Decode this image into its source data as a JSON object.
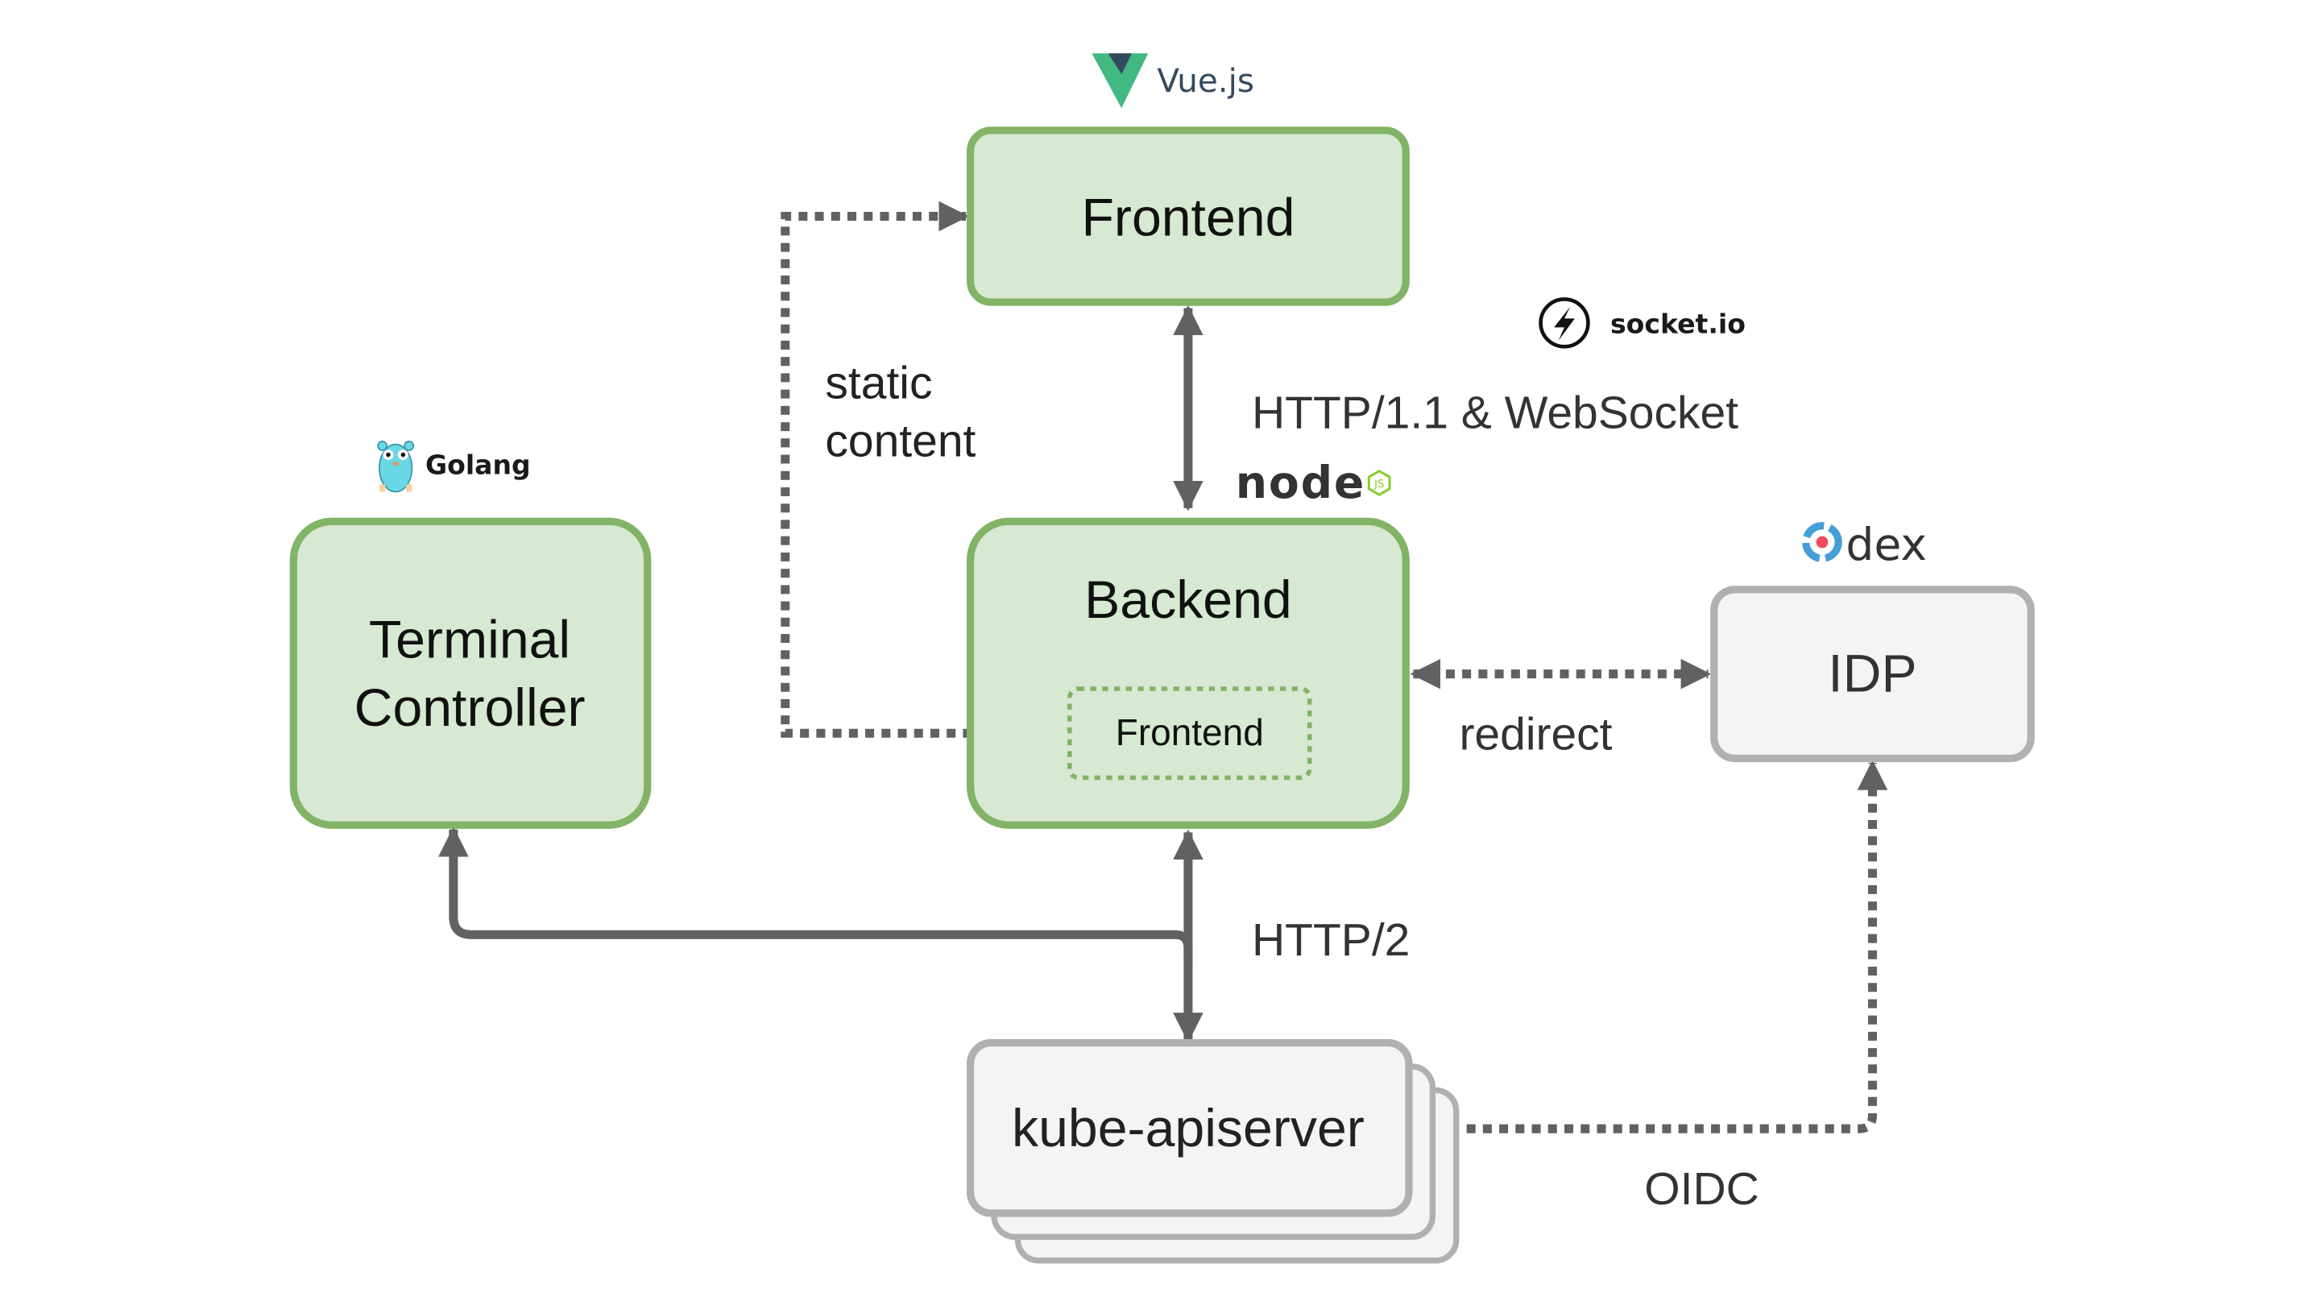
{
  "colors": {
    "green_fill": "#d7e8d3",
    "green_stroke": "#82b366",
    "gray_fill": "#f4f4f4",
    "gray_stroke": "#b0b0b0",
    "arrow": "#616161",
    "vue_green": "#42b883",
    "vue_dark": "#35495e",
    "node_green": "#83cd29",
    "dex_blue": "#449fd8",
    "dex_red": "#ef4b5c",
    "gopher_blue": "#6ad7e5"
  },
  "nodes": {
    "frontend": {
      "label": "Frontend"
    },
    "backend": {
      "label": "Backend"
    },
    "backend_frontend": {
      "label": "Frontend"
    },
    "terminal_controller": {
      "line1": "Terminal",
      "line2": "Controller"
    },
    "idp": {
      "label": "IDP"
    },
    "kube_apiserver": {
      "label": "kube-apiserver"
    }
  },
  "edges": {
    "static_content": {
      "line1": "static",
      "line2": "content"
    },
    "http_websocket": {
      "label": "HTTP/1.1 & WebSocket"
    },
    "redirect": {
      "label": "redirect"
    },
    "http2": {
      "label": "HTTP/2"
    },
    "oidc": {
      "label": "OIDC"
    }
  },
  "logos": {
    "vue": {
      "icon": "vue-logo-icon",
      "label": "Vue.js"
    },
    "socketio": {
      "icon": "socketio-bolt-icon",
      "label": "socket.io"
    },
    "golang": {
      "icon": "gopher-icon",
      "label": "Golang"
    },
    "nodejs": {
      "icon": "nodejs-logo-icon",
      "label": "node",
      "badge": "JS"
    },
    "dex": {
      "icon": "dex-logo-icon",
      "label": "dex"
    }
  }
}
